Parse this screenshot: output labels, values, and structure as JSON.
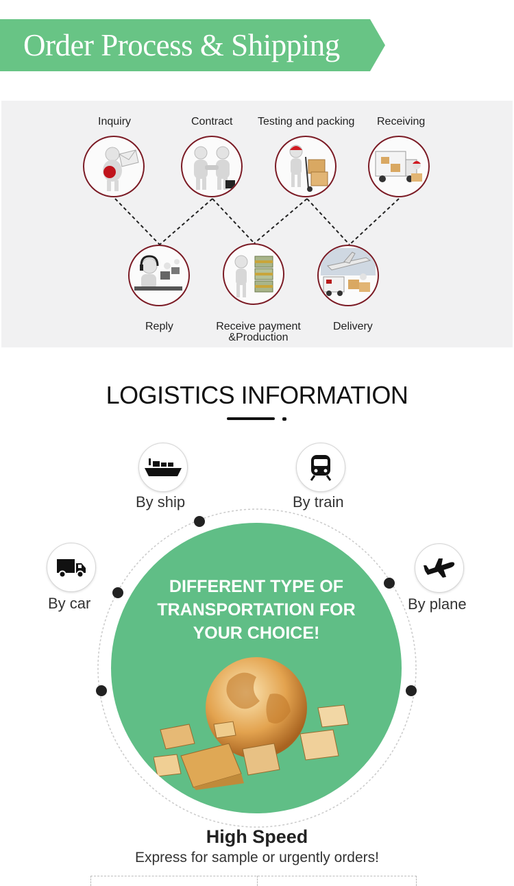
{
  "banner": {
    "title": "Order Process & Shipping",
    "color": "#68c485"
  },
  "process": {
    "top_steps": [
      {
        "label": "Inquiry",
        "icon": "inquiry-person-envelope-icon"
      },
      {
        "label": "Contract",
        "icon": "handshake-icon"
      },
      {
        "label": "Testing and packing",
        "icon": "hand-truck-boxes-icon"
      },
      {
        "label": "Receiving",
        "icon": "delivery-truck-receiving-icon"
      }
    ],
    "bottom_steps": [
      {
        "label": "Reply",
        "icon": "headset-operators-icon"
      },
      {
        "label": "Receive payment",
        "label2": "&Production",
        "icon": "money-stack-icon"
      },
      {
        "label": "Delivery",
        "icon": "plane-truck-delivery-icon"
      }
    ],
    "border_color": "#7b1b25"
  },
  "logistics": {
    "title": "LOGISTICS INFORMATION",
    "modes": [
      {
        "label": "By ship",
        "icon": "ship-icon"
      },
      {
        "label": "By train",
        "icon": "train-icon"
      },
      {
        "label": "By car",
        "icon": "truck-icon"
      },
      {
        "label": "By plane",
        "icon": "plane-icon"
      }
    ],
    "circle_text": [
      "DIFFERENT TYPE OF",
      "TRANSPORTATION FOR",
      "YOUR CHOICE!"
    ],
    "circle_color": "#60be86"
  },
  "high_speed": {
    "title": "High Speed",
    "subtitle": "Express for sample or urgently orders!"
  }
}
